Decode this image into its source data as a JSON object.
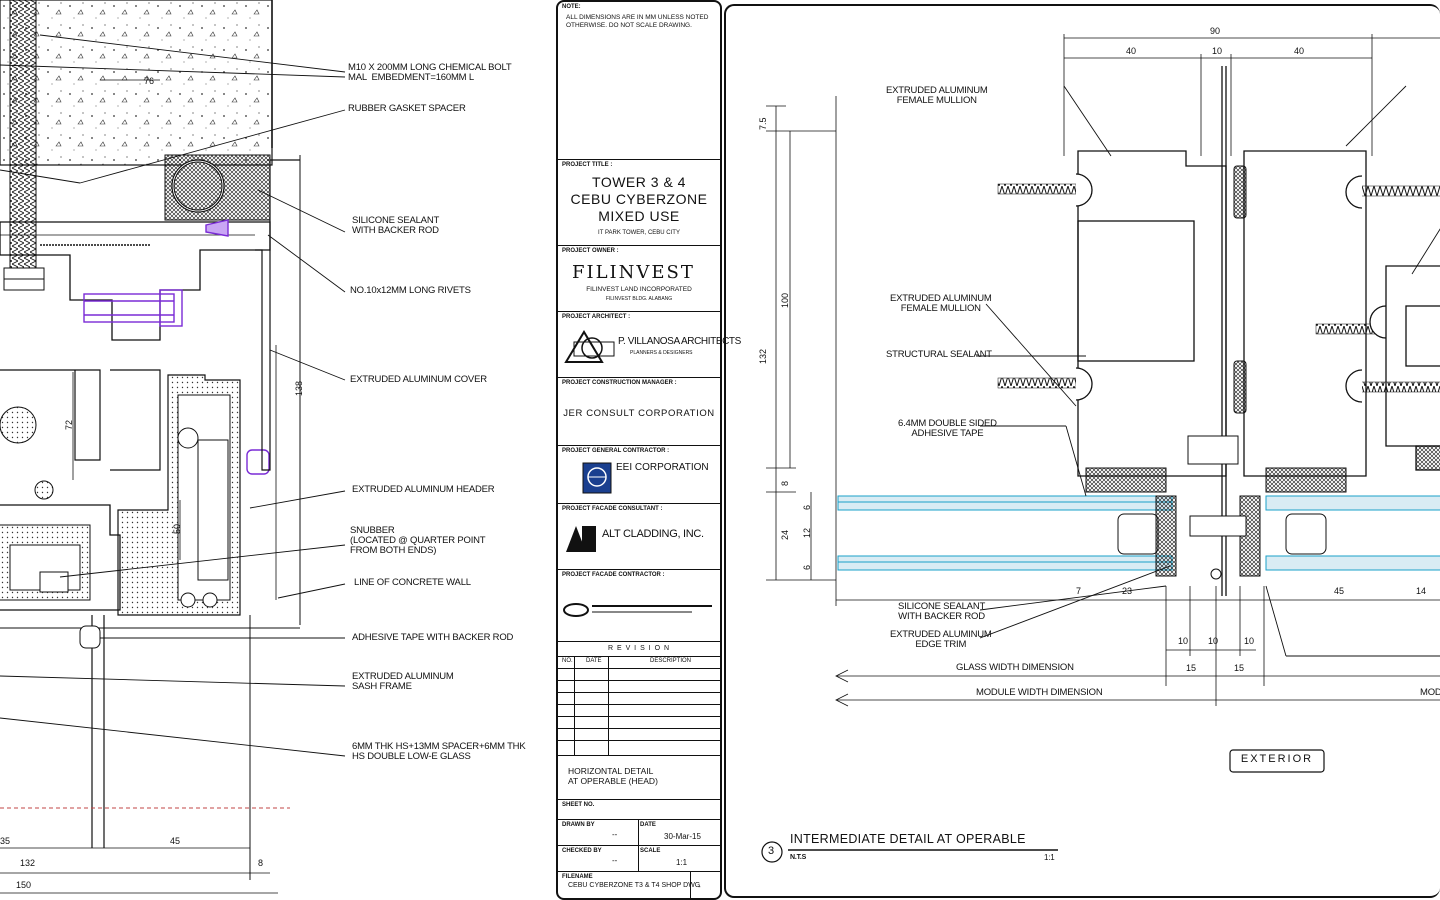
{
  "left_detail": {
    "labels": {
      "bolt": "M10 X 200MM LONG CHEMICAL BOLT\nMAL  EMBEDMENT=160MM L",
      "rubber_gasket": "RUBBER GASKET SPACER",
      "silicone_sealant": "SILICONE SEALANT\nWITH BACKER ROD",
      "rivets": "NO.10x12MM LONG RIVETS",
      "cover": "EXTRUDED ALUMINUM COVER",
      "header": "EXTRUDED ALUMINUM HEADER",
      "snubber": "SNUBBER\n(LOCATED @ QUARTER POINT\nFROM BOTH ENDS)",
      "concrete": "LINE OF CONCRETE WALL",
      "adhesive": "ADHESIVE TAPE WITH BACKER ROD",
      "sash": "EXTRUDED ALUMINUM\nSASH FRAME",
      "glass": "6MM THK HS+13MM SPACER+6MM THK\nHS DOUBLE LOW-E GLASS"
    },
    "dims": {
      "d76": "76",
      "d138": "138",
      "d72": "72",
      "d50": "50",
      "d45": "45",
      "d35": "35",
      "d132": "132",
      "d8": "8",
      "d150": "150"
    }
  },
  "title_block": {
    "notes_head": "NOTE:",
    "notes_text": "ALL DIMENSIONS ARE IN MM UNLESS NOTED\nOTHERWISE. DO NOT SCALE DRAWING.",
    "project_title_head": "PROJECT TITLE :",
    "project_title": "TOWER 3 & 4\nCEBU CYBERZONE\nMIXED USE",
    "project_sub": "IT PARK TOWER, CEBU CITY",
    "owner_head": "PROJECT OWNER :",
    "owner_logo": "FILINVEST",
    "owner_sub": "FILINVEST LAND INCORPORATED",
    "owner_sub2": "FILINVEST BLDG. ALABANG",
    "architect_head": "PROJECT ARCHITECT :",
    "architect": "P. VILLANOSA ARCHITECTS",
    "architect_sub": "PLANNERS & DESIGNERS",
    "construction_head": "PROJECT CONSTRUCTION MANAGER :",
    "construction": "JER CONSULT CORPORATION",
    "general_head": "PROJECT GENERAL CONTRACTOR :",
    "general": "EEI CORPORATION",
    "facade_head": "PROJECT FACADE CONSULTANT :",
    "facade": "ALT CLADDING, INC.",
    "facade_contractor_head": "PROJECT FACADE CONTRACTOR :",
    "revision_head": "R E V I S I O N",
    "rev_col1": "NO.",
    "rev_col2": "DATE",
    "rev_col3": "DESCRIPTION",
    "sheet_title": "HORIZONTAL DETAIL\nAT OPERABLE (HEAD)",
    "sheet_no_head": "SHEET NO.",
    "drawn_by_head": "DRAWN BY",
    "drawn_by": "--",
    "date_head": "DATE",
    "date": "30-Mar-15",
    "checked_head": "CHECKED BY",
    "checked": "--",
    "scale_head": "SCALE",
    "scale": "1:1",
    "filename_head": "FILENAME",
    "filename": "CEBU CYBERZONE T3 & T4 SHOP DWG",
    "filename_no": "-"
  },
  "right_detail": {
    "labels": {
      "female_mullion_top": "EXTRUDED ALUMINUM\nFEMALE MULLION",
      "female_mullion_mid": "EXTRUDED ALUMINUM\nFEMALE MULLION",
      "structural_sealant": "STRUCTURAL SEALANT",
      "tape": "6.4MM DOUBLE SIDED\nADHESIVE TAPE",
      "silicone": "SILICONE SEALANT\nWITH BACKER ROD",
      "edge_trim": "EXTRUDED ALUMINUM\nEDGE TRIM",
      "glass_width": "GLASS WIDTH DIMENSION",
      "module_width": "MODULE WIDTH DIMENSION",
      "module_width_r": "MODU",
      "exterior": "EXTERIOR"
    },
    "dims": {
      "d90": "90",
      "d40a": "40",
      "d10a": "10",
      "d40b": "40",
      "d7_5": "7.5",
      "d100": "100",
      "d132": "132",
      "d8": "8",
      "d24": "24",
      "d6a": "6",
      "d12": "12",
      "d6b": "6",
      "d7": "7",
      "d23": "23",
      "d45": "45",
      "d14": "14",
      "d10b": "10",
      "d10c": "10",
      "d10d": "10",
      "d15a": "15",
      "d15b": "15"
    },
    "caption": {
      "number": "3",
      "title": "INTERMEDIATE DETAIL AT OPERABLE",
      "scale_label": "N.T.S",
      "scale_value": "1:1"
    }
  }
}
